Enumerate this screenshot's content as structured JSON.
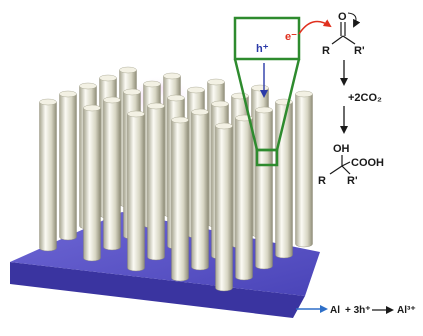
{
  "colors": {
    "zoom_box": "#2e8b2e",
    "electron": "#e0301e",
    "hole": "#2b3aa8",
    "substrate": "#4a44b8",
    "rod_light": "#fbfaf4",
    "rod_dark": "#9c9a86",
    "arrow_blue": "#2e6fc8",
    "text": "#1a1a1a"
  },
  "zoom": {
    "electron_label": "e⁻",
    "hole_label": "h⁺"
  },
  "reaction": {
    "carbonyl_oxygen": "O",
    "carbonyl_r": "R",
    "carbonyl_r_prime": "R'",
    "reagent": "+2CO₂",
    "product_oh": "OH",
    "product_cooh": "COOH",
    "product_r": "R",
    "product_r_prime": "R'"
  },
  "anode": {
    "metal": "Al",
    "plus_holes": "+ 3h⁺",
    "ion": "Al³⁺"
  }
}
